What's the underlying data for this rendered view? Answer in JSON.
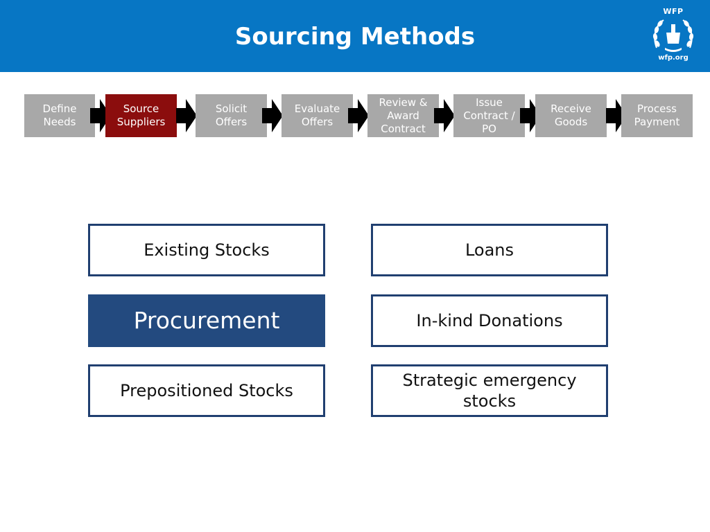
{
  "header": {
    "title": "Sourcing Methods",
    "logo_top": "WFP",
    "logo_bottom": "wfp.org"
  },
  "process_steps": [
    {
      "label": "Define Needs",
      "active": false
    },
    {
      "label": "Source Suppliers",
      "active": true
    },
    {
      "label": "Solicit Offers",
      "active": false
    },
    {
      "label": "Evaluate Offers",
      "active": false
    },
    {
      "label": "Review & Award Contract",
      "active": false
    },
    {
      "label": "Issue Contract / PO",
      "active": false
    },
    {
      "label": "Receive Goods",
      "active": false
    },
    {
      "label": "Process Payment",
      "active": false
    }
  ],
  "methods": {
    "existing_stocks": "Existing Stocks",
    "loans": "Loans",
    "procurement": "Procurement",
    "in_kind_donations": "In-kind Donations",
    "prepositioned_stocks": "Prepositioned Stocks",
    "strategic_emergency_stocks": "Strategic emergency stocks"
  },
  "colors": {
    "header_blue": "#0776c4",
    "step_gray": "#a8a8a8",
    "step_active": "#8b0d0d",
    "box_border": "#203f70",
    "highlight_fill": "#234a7f"
  }
}
